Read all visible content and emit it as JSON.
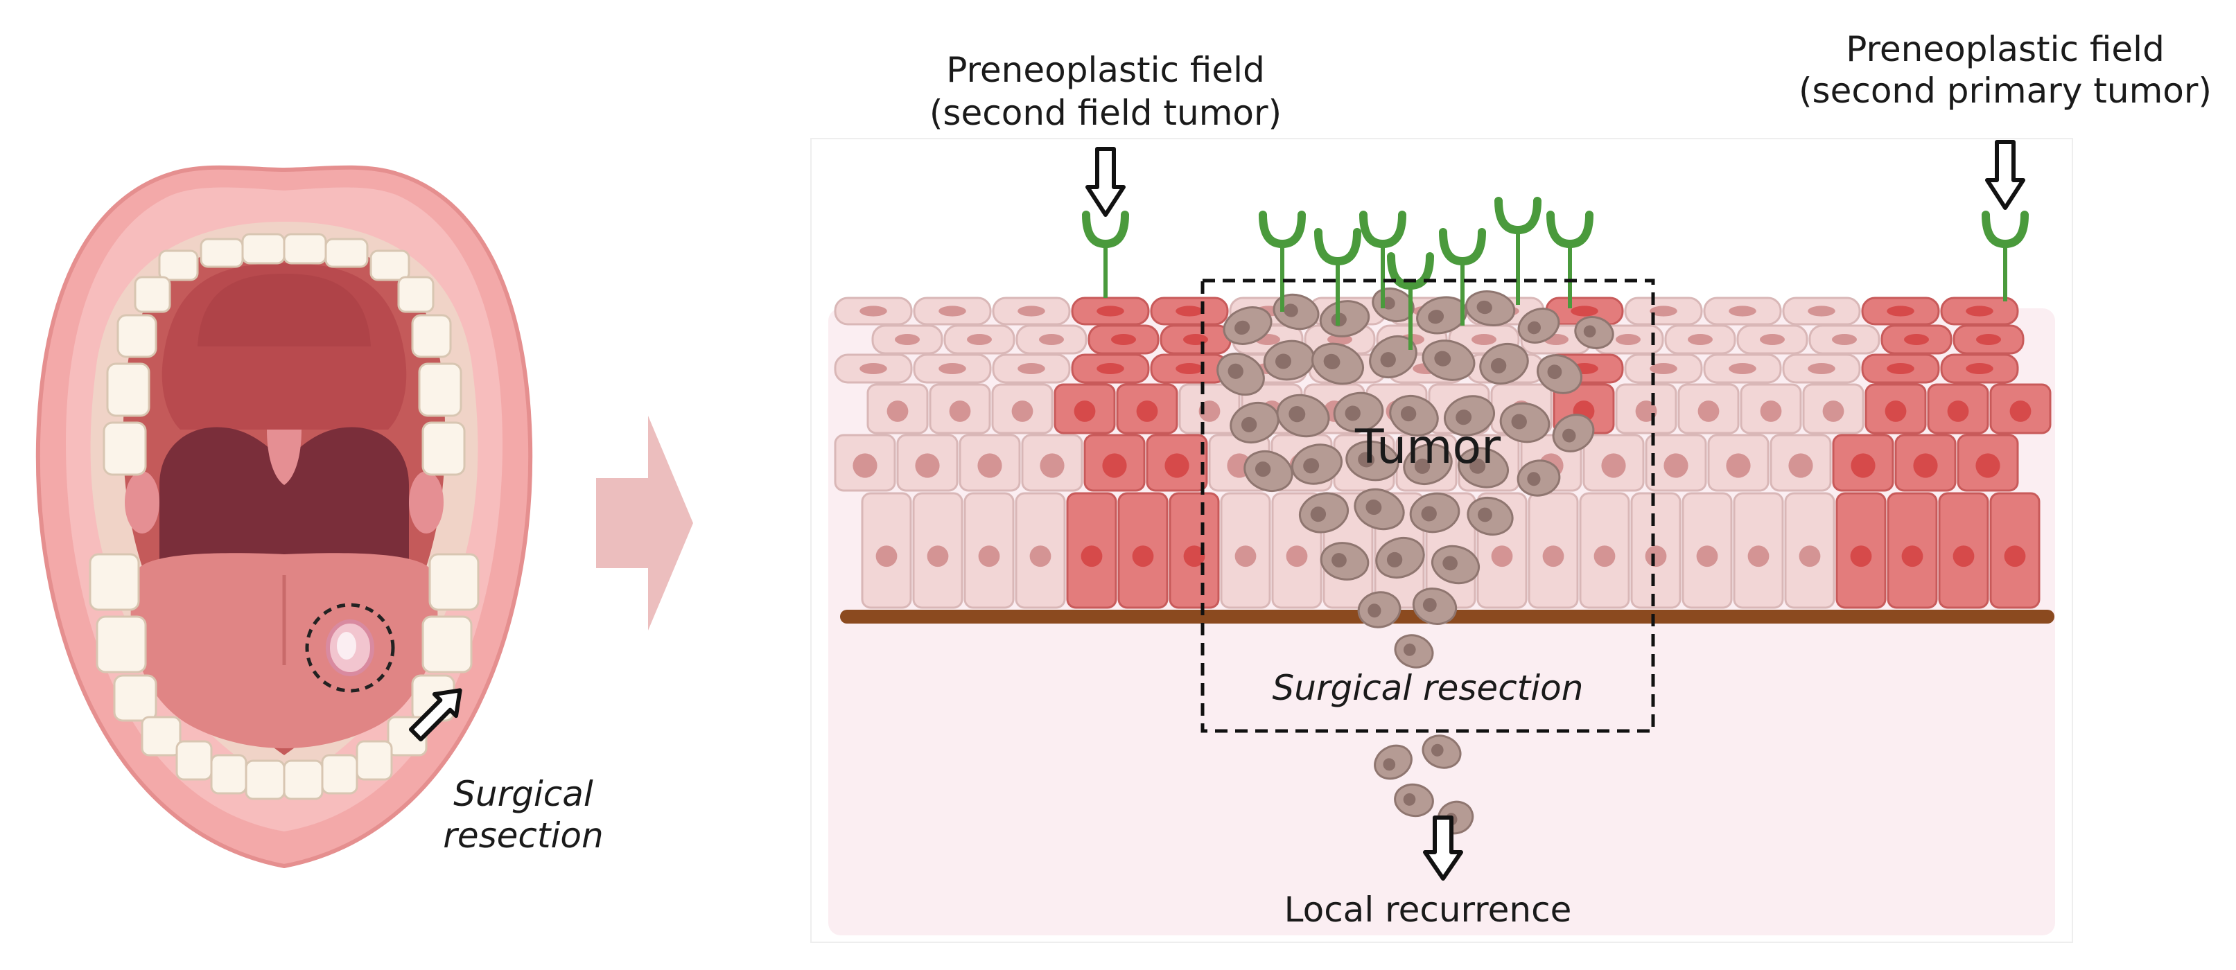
{
  "labels": {
    "field_second_field": {
      "line1": "Preneoplastic field",
      "line2": "(second field tumor)"
    },
    "field_second_primary": {
      "line1": "Preneoplastic field",
      "line2": "(second primary tumor)"
    },
    "tumor": "Tumor",
    "surgical_resection_panel": "Surgical resection",
    "surgical_resection_mouth": {
      "line1": "Surgical",
      "line2": "resection"
    },
    "local_recurrence": "Local recurrence"
  },
  "colors": {
    "normal_cell": "#f2d6d6",
    "preneoplastic_cell": "#e37c7c",
    "tumor_cell": "#b59b94",
    "tumor_nucleus": "#8a6f69",
    "receptor": "#4a9a3c",
    "basement_membrane": "#8b4a1f",
    "stroma": "#fbeef2",
    "arrow": "#e9b8b8"
  },
  "icons": {
    "down_arrow": "hollow-down-arrow-icon",
    "diagonal_arrow": "hollow-diagonal-arrow-icon",
    "right_arrow": "big-right-arrow-icon",
    "receptor": "y-receptor-icon"
  }
}
